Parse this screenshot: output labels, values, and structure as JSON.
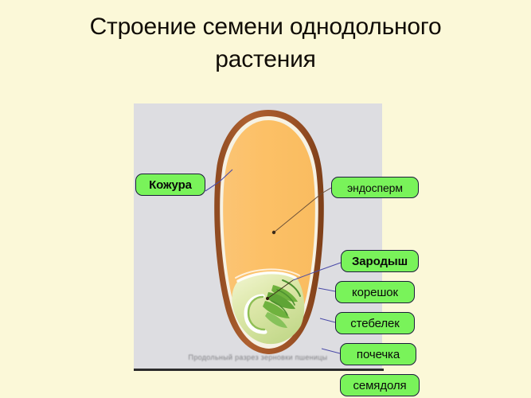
{
  "slide": {
    "background_color": "#FBF8D8",
    "title": "Строение семени однодольного\nрастения"
  },
  "figure": {
    "panel_background_color": "#DDDDE1",
    "caption": "Продольный разрез зерновки пшеницы",
    "seed_coat_color": "#9E5527",
    "endosperm_color": "#FBBF62",
    "embryo_color": "#DCE8AE",
    "embryo_detail_color": "#5FA436"
  },
  "labels": {
    "seed_coat": "Кожура",
    "endosperm": "эндосперм",
    "embryo": "Зародыш",
    "radicle": "корешок",
    "stem": "стебелек",
    "bud": "почечка",
    "cotyledon": "семядоля"
  },
  "style": {
    "label_fill": "#79F35A",
    "label_border": "#1B1B3A",
    "leader_line_color": "#4A4AA8"
  }
}
